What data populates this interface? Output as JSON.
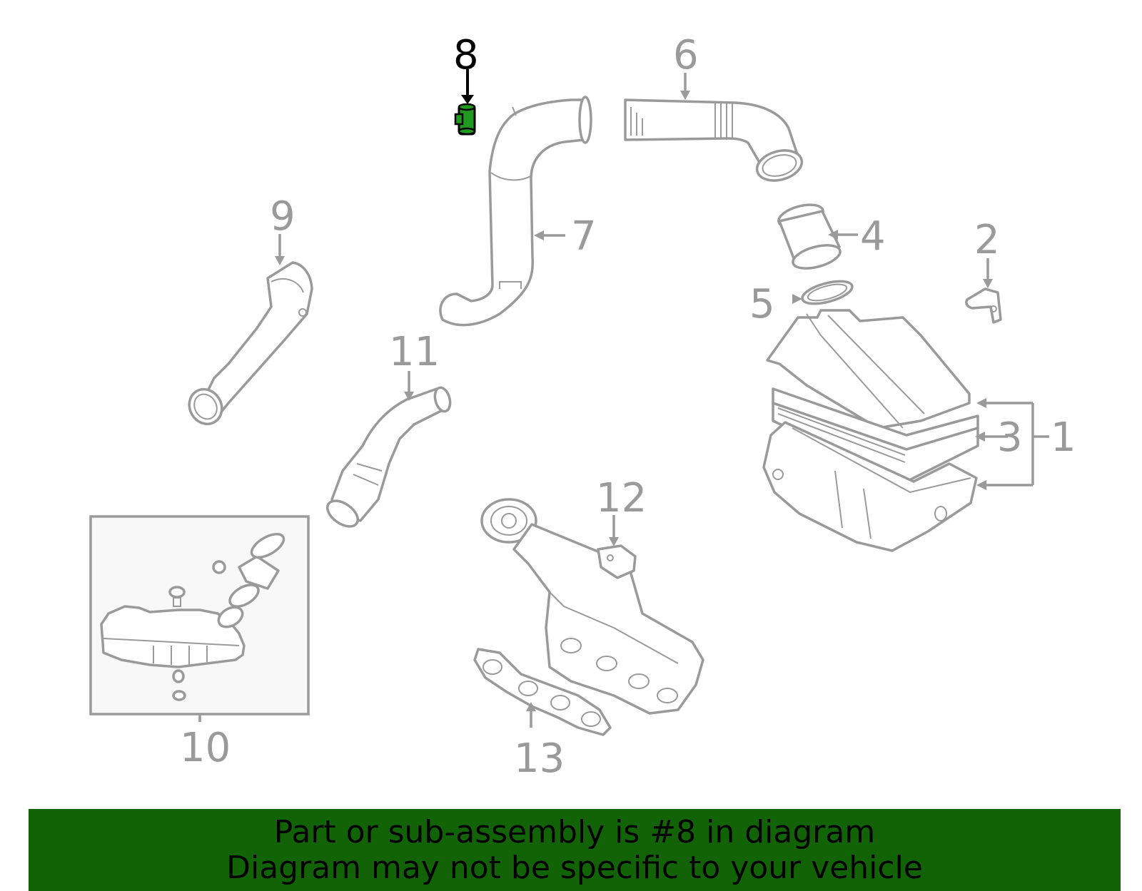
{
  "callouts": {
    "c1": "1",
    "c2": "2",
    "c3": "3",
    "c4": "4",
    "c5": "5",
    "c6": "6",
    "c7": "7",
    "c8": "8",
    "c9": "9",
    "c10": "10",
    "c11": "11",
    "c12": "12",
    "c13": "13"
  },
  "highlighted_part": "8",
  "colors": {
    "line_art": "#9a9a9a",
    "highlight_text": "#000000",
    "highlight_part": "#1f9a1f",
    "banner_background": "#126206",
    "banner_text": "#000000"
  },
  "banner": {
    "line1": "Part or sub-assembly is #8 in diagram",
    "line2": "Diagram may not be specific to your vehicle"
  }
}
